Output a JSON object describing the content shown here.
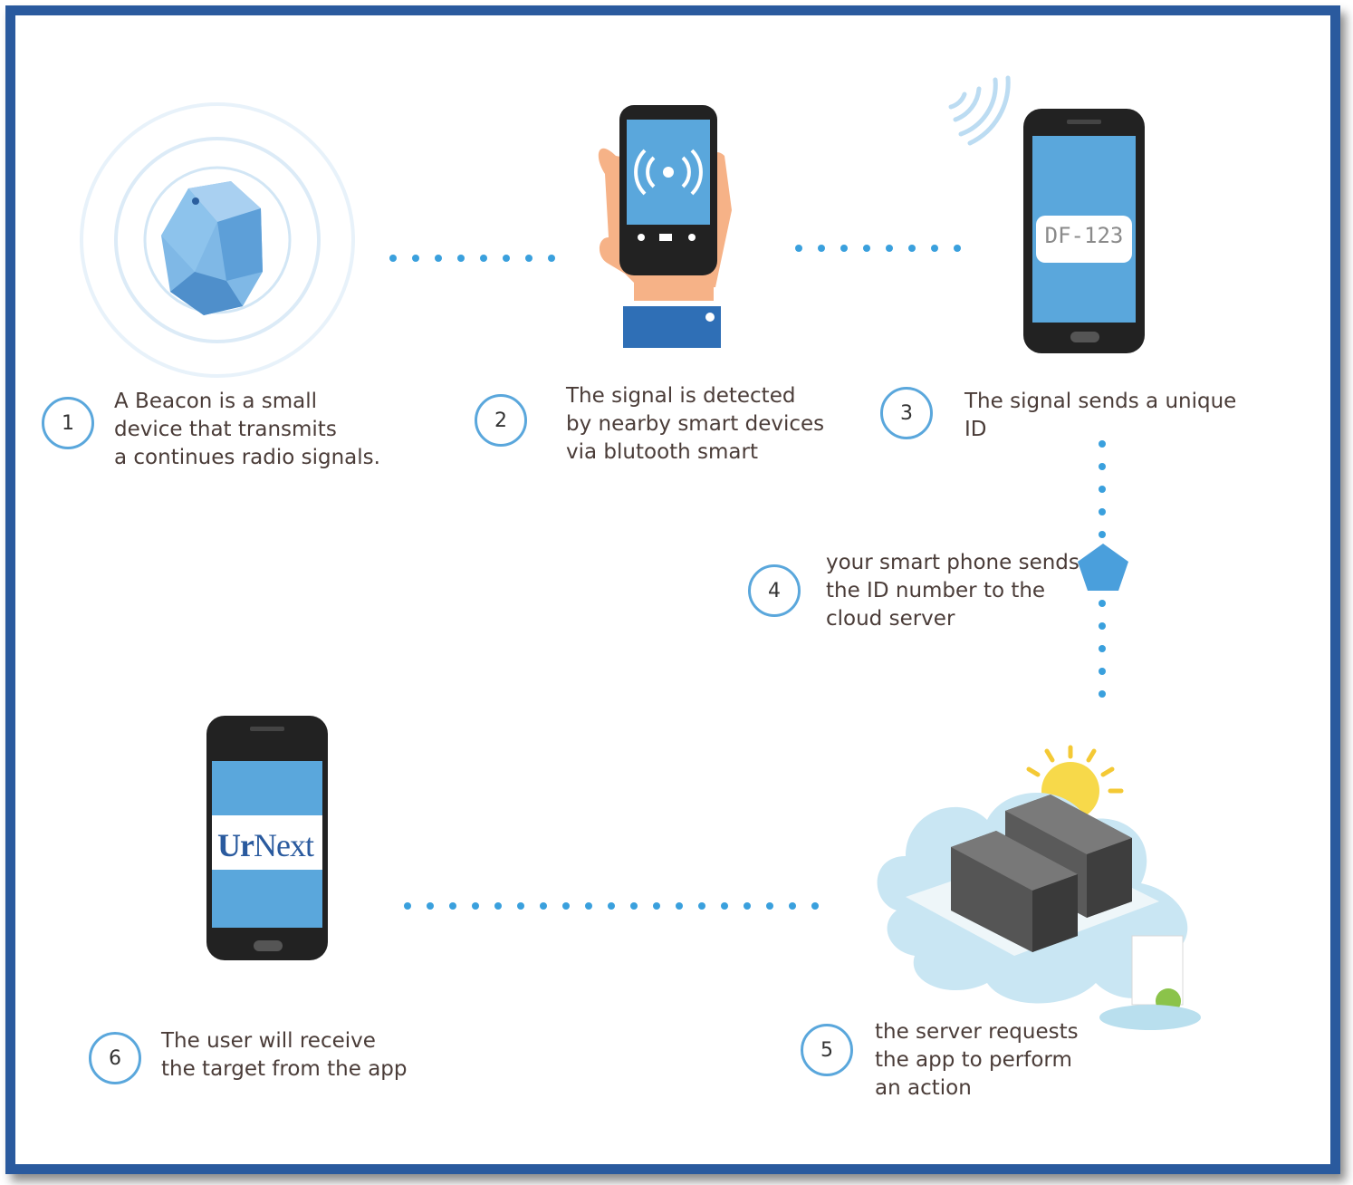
{
  "steps": [
    {
      "number": "1",
      "text": "A Beacon is a small\ndevice that transmits\na continues radio signals."
    },
    {
      "number": "2",
      "text": "The signal is detected\nby nearby smart devices\nvia blutooth smart"
    },
    {
      "number": "3",
      "text": "The signal sends a unique\nID"
    },
    {
      "number": "4",
      "text": "your smart phone sends\nthe ID number to the\ncloud server"
    },
    {
      "number": "5",
      "text": "the server requests\n the app to perform\nan action"
    },
    {
      "number": "6",
      "text": "The user will receive\nthe target from the app"
    }
  ],
  "phone_id_label": "DF-123",
  "app_logo": {
    "part1": "Ur",
    "part2": "Next"
  },
  "colors": {
    "frame": "#2a5a9e",
    "accent": "#3aa0dd",
    "circle": "#5aa7dc",
    "screen": "#5aa7dc",
    "text": "#4a3c38"
  },
  "icons": [
    "beacon-icon",
    "hand-phone-icon",
    "phone-icon",
    "signal-waves-icon",
    "pentagon-icon",
    "cloud-server-icon",
    "sun-icon",
    "phone-app-icon"
  ]
}
